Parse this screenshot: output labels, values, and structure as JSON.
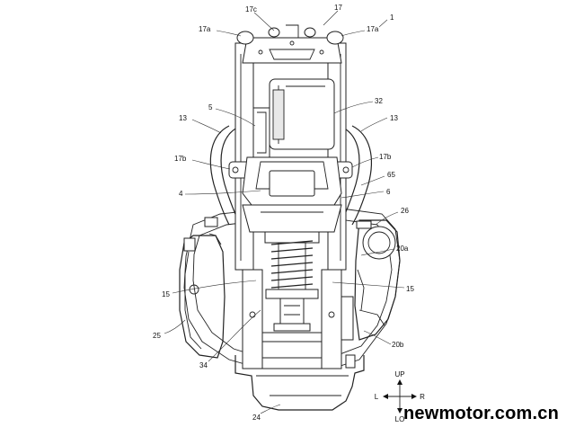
{
  "figure": {
    "ref_number": "1",
    "labels": {
      "l17c": "17c",
      "l17": "17",
      "l17a_left": "17a",
      "l17a_right": "17a",
      "l5": "5",
      "l32": "32",
      "l13_left": "13",
      "l13_right": "13",
      "l17b_left": "17b",
      "l17b_right": "17b",
      "l65": "65",
      "l4": "4",
      "l6": "6",
      "l26": "26",
      "l20a": "20a",
      "l15_left": "15",
      "l15_right": "15",
      "l25": "25",
      "l20b": "20b",
      "l34": "34",
      "l24": "24"
    },
    "direction": {
      "up": "UP",
      "lo": "LO",
      "left": "L",
      "right": "R"
    }
  },
  "watermark": "newmotor.com.cn"
}
